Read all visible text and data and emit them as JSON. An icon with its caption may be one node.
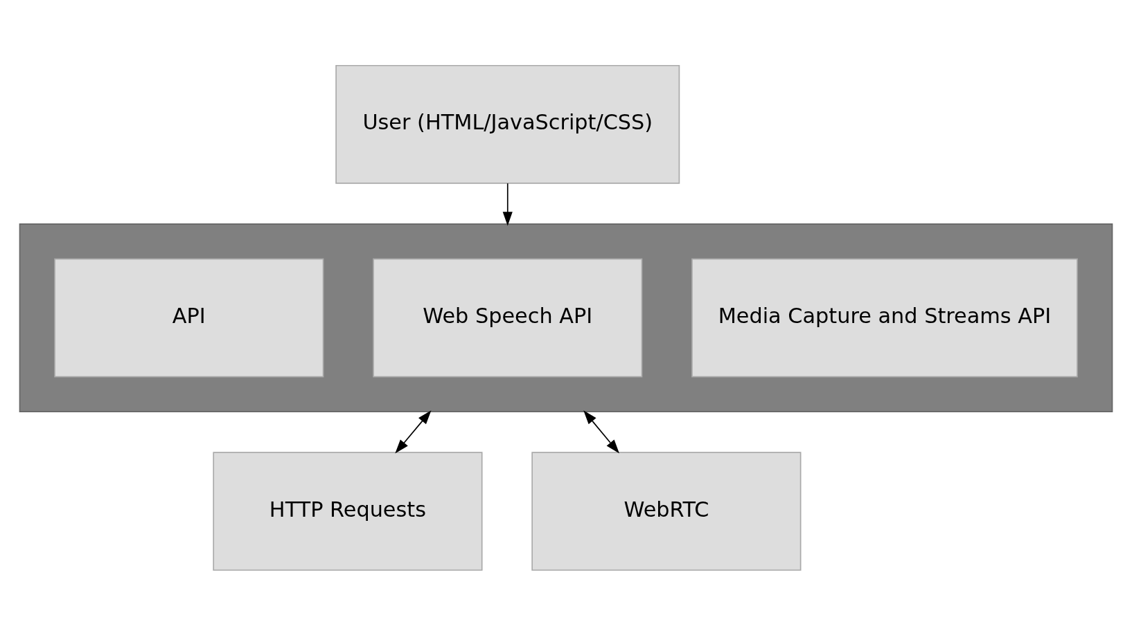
{
  "diagram": {
    "nodes": [
      {
        "text": [
          "User (HTML/JavaScript/CSS)"
        ]
      },
      {
        "text": [],
        "shape": "box"
      },
      {
        "text": [
          "API"
        ],
        "in": 1
      },
      {
        "text": [
          "Web Speech API"
        ],
        "in": 1
      },
      {
        "text": [
          "Media Capture and Streams API"
        ],
        "in": 1
      },
      {
        "text": [
          "HTTP Requests"
        ]
      },
      {
        "text": [
          "WebRTC"
        ]
      }
    ],
    "edges": [
      {
        "from": 0,
        "to": 1,
        "arrow": "to"
      },
      {
        "from": 1,
        "to": 5,
        "arrow": "both"
      },
      {
        "from": 1,
        "to": 6,
        "arrow": "both"
      }
    ]
  }
}
